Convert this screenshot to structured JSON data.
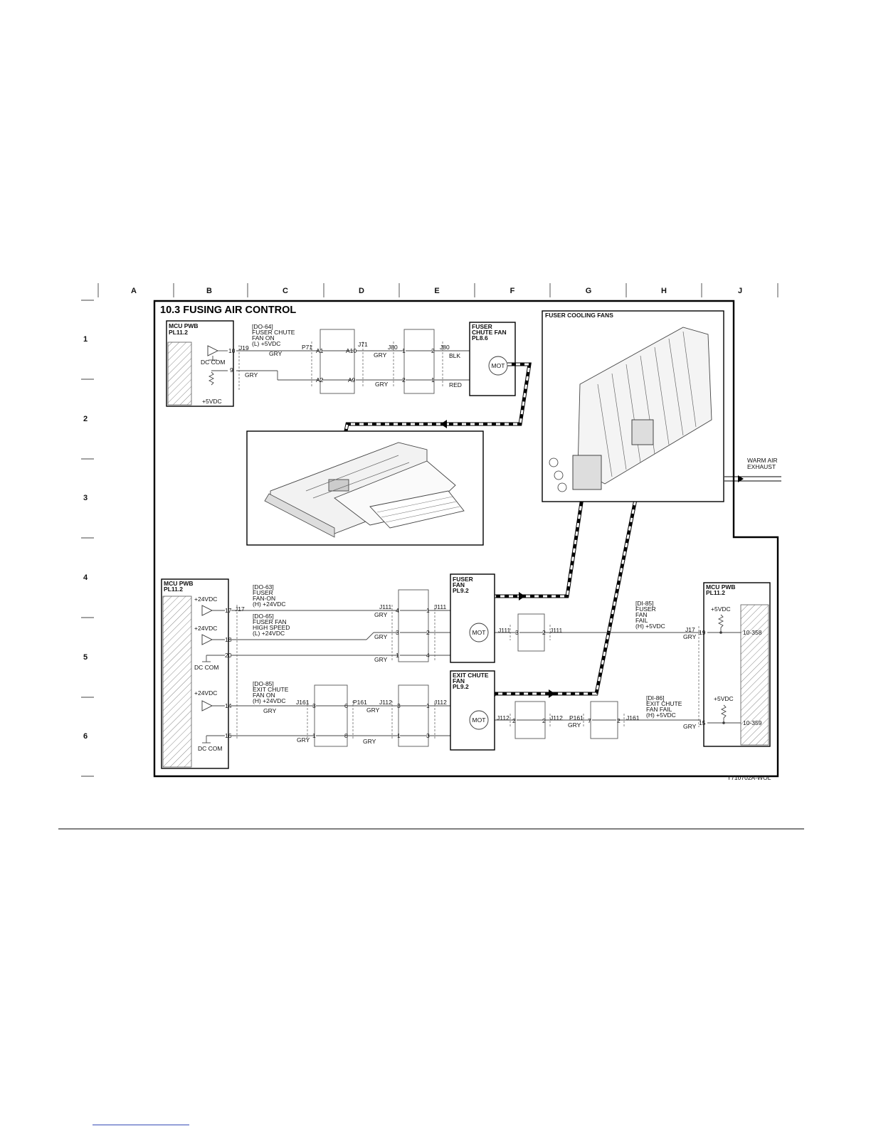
{
  "columns": [
    "A",
    "B",
    "C",
    "D",
    "E",
    "F",
    "G",
    "H",
    "J"
  ],
  "rows": [
    "1",
    "2",
    "3",
    "4",
    "5",
    "6"
  ],
  "title": "10.3 FUSING AIR CONTROL",
  "figure_id": "T710702A-WOL",
  "warm_air": {
    "l1": "WARM AIR",
    "l2": "EXHAUST"
  },
  "cooling_fans_label": "FUSER COOLING FANS",
  "mcu1": {
    "l1": "MCU PWB",
    "l2": "PL11.2",
    "dccom": "DC COM",
    "v5": "+5VDC",
    "p10": "10",
    "p9": "9",
    "jack": "J19"
  },
  "sig_chute": {
    "l1": "[DO-64]",
    "l2": "FUSER CHUTE",
    "l3": "FAN ON",
    "l4": "(L) +5VDC"
  },
  "top_wires": {
    "gry": "GRY",
    "blk": "BLK",
    "red": "RED",
    "p71": "P71",
    "a1": "A1",
    "a10": "A10",
    "j71": "J71",
    "a2": "A2",
    "a9": "A9",
    "j80a": "J80",
    "j80b": "J80",
    "n1": "1",
    "n2": "2",
    "n2b": "2",
    "n1b": "1"
  },
  "chute_fan": {
    "l1": "FUSER",
    "l2": "CHUTE FAN",
    "l3": "PL8.6",
    "mot": "MOT"
  },
  "mcu2": {
    "l1": "MCU PWB",
    "l2": "PL11.2",
    "v24a": "+24VDC",
    "v24b": "+24VDC",
    "v24c": "+24VDC",
    "dccom1": "DC COM",
    "dccom2": "DC COM",
    "p17": "17",
    "p18": "18",
    "p20": "20",
    "p14": "14",
    "p16": "16",
    "jack": "J17"
  },
  "sig_fuser_on": {
    "l1": "[DO-63]",
    "l2": "FUSER",
    "l3": "FAN-ON",
    "l4": "(H) +24VDC"
  },
  "sig_high": {
    "l1": "[DO-65]",
    "l2": "FUSER FAN",
    "l3": "HIGH SPEED",
    "l4": "(L) +24VDC"
  },
  "sig_exit": {
    "l1": "[DO-85]",
    "l2": "EXIT CHUTE",
    "l3": "FAN ON",
    "l4": "(H) +24VDC"
  },
  "mid_wires": {
    "gry": "GRY",
    "j111": "J111",
    "j161": "J161",
    "p161": "P161",
    "j112": "J112",
    "n1": "1",
    "n2": "2",
    "n3": "3",
    "n4": "4",
    "n6": "6",
    "n7": "7",
    "n8": "8"
  },
  "fuser_fan": {
    "l1": "FUSER",
    "l2": "FAN",
    "l3": "PL9.2",
    "mot": "MOT"
  },
  "exit_fan": {
    "l1": "EXIT CHUTE",
    "l2": "FAN",
    "l3": "PL9.2",
    "mot": "MOT"
  },
  "mcu3": {
    "l1": "MCU PWB",
    "l2": "PL11.2",
    "v5a": "+5VDC",
    "v5b": "+5VDC",
    "p19": "19",
    "p15": "15",
    "jack": "J17",
    "ref1": "10-358",
    "ref2": "10-359"
  },
  "sig_fail": {
    "l1": "[DI-85]",
    "l2": "FUSER",
    "l3": "FAN",
    "l4": "FAIL",
    "l5": "(H) +5VDC"
  },
  "sig_exit_fail": {
    "l1": "[DI-86]",
    "l2": "EXIT CHUTE",
    "l3": "FAN FAIL",
    "l4": "(H) +5VDC"
  }
}
